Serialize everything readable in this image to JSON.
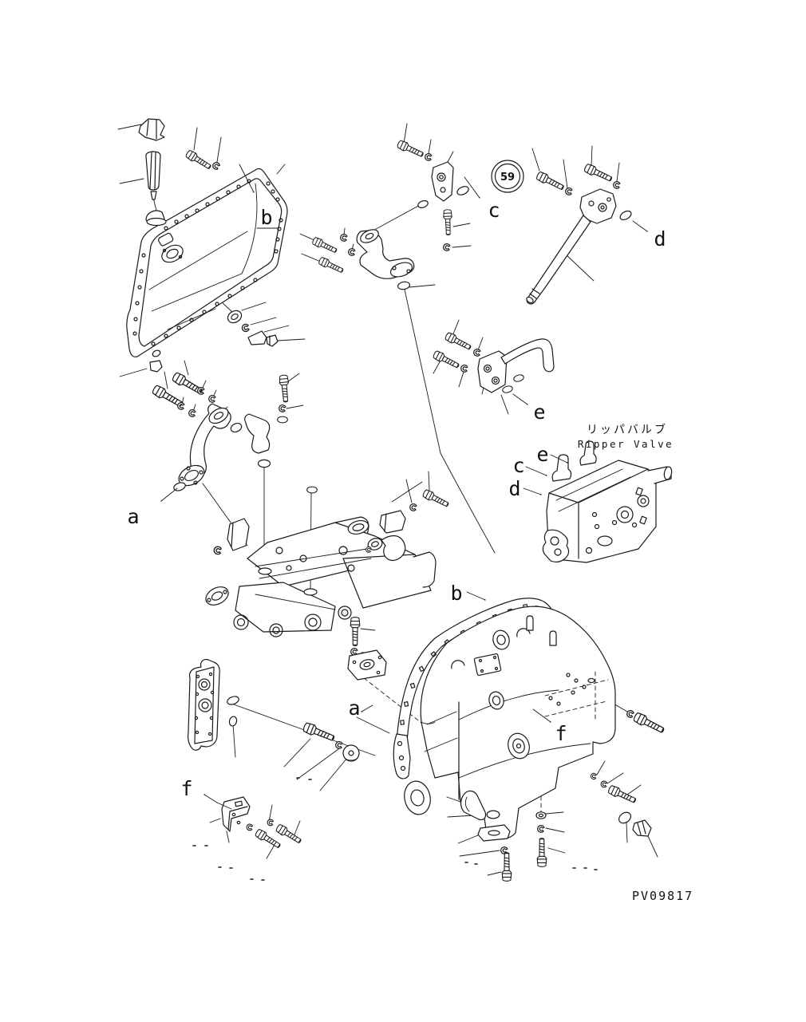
{
  "page": {
    "background": "#ffffff",
    "line_color": "#1a1a1a"
  },
  "hotspot": {
    "number": "59",
    "fill_color": "#1d7d1d",
    "ring_color": "#111111",
    "number_color": "#ffffff"
  },
  "component": {
    "name_ja": "リッパバルブ",
    "name_en": "Ripper Valve"
  },
  "drawing_number": "PV09817",
  "callouts": {
    "b_top": "b",
    "c_top": "c",
    "d_top": "d",
    "a_left": "a",
    "e_mid": "e",
    "e_valve": "e",
    "c_valve": "c",
    "d_valve": "d",
    "b_case": "b",
    "a_case": "a",
    "f_case": "f",
    "f_bottom": "f"
  }
}
